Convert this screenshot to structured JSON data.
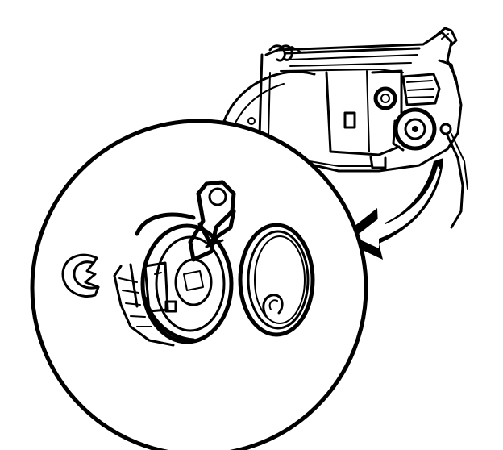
{
  "figure": {
    "ink_color": "#000000",
    "paper_color": "#ffffff",
    "parts": [
      {
        "name": "door-handle-assembly"
      },
      {
        "name": "detail-magnifier-circle"
      },
      {
        "name": "direction-arrow"
      },
      {
        "name": "retaining-clip"
      },
      {
        "name": "handle-lever-housing"
      },
      {
        "name": "return-spring"
      }
    ]
  }
}
